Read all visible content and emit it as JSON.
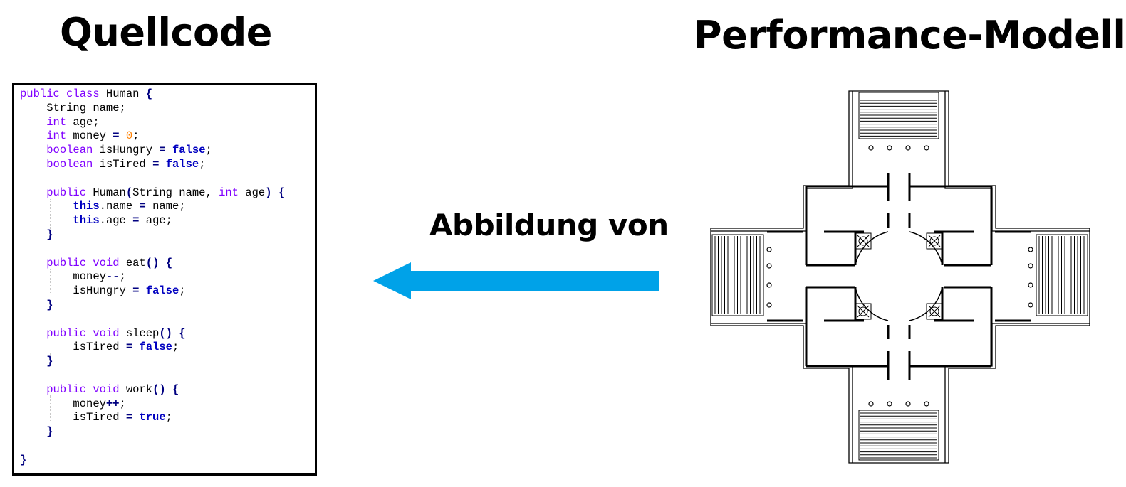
{
  "headings": {
    "source_code": "Quellcode",
    "performance_model": "Performance-Modell",
    "mapping": "Abbildung von"
  },
  "colors": {
    "arrow": "#00a2e8",
    "keyword": "#8000ff",
    "bold_keyword": "#0000c0",
    "operator": "#000080",
    "number": "#ff8000"
  },
  "arrow_direction": "left",
  "code_lines": [
    [
      {
        "t": "public class",
        "c": "kw"
      },
      {
        "t": " Human "
      },
      {
        "t": "{",
        "c": "op"
      }
    ],
    [
      {
        "t": "    String name;"
      }
    ],
    [
      {
        "t": "    "
      },
      {
        "t": "int",
        "c": "kw"
      },
      {
        "t": " age;"
      }
    ],
    [
      {
        "t": "    "
      },
      {
        "t": "int",
        "c": "kw"
      },
      {
        "t": " money "
      },
      {
        "t": "=",
        "c": "op"
      },
      {
        "t": " "
      },
      {
        "t": "0",
        "c": "num"
      },
      {
        "t": ";"
      }
    ],
    [
      {
        "t": "    "
      },
      {
        "t": "boolean",
        "c": "kw"
      },
      {
        "t": " isHungry "
      },
      {
        "t": "=",
        "c": "op"
      },
      {
        "t": " "
      },
      {
        "t": "false",
        "c": "bk"
      },
      {
        "t": ";"
      }
    ],
    [
      {
        "t": "    "
      },
      {
        "t": "boolean",
        "c": "kw"
      },
      {
        "t": " isTired "
      },
      {
        "t": "=",
        "c": "op"
      },
      {
        "t": " "
      },
      {
        "t": "false",
        "c": "bk"
      },
      {
        "t": ";"
      }
    ],
    [
      {
        "t": ""
      }
    ],
    [
      {
        "t": "    "
      },
      {
        "t": "public",
        "c": "kw"
      },
      {
        "t": " Human"
      },
      {
        "t": "(",
        "c": "op"
      },
      {
        "t": "String name, "
      },
      {
        "t": "int",
        "c": "kw"
      },
      {
        "t": " age"
      },
      {
        "t": ")",
        "c": "op"
      },
      {
        "t": " "
      },
      {
        "t": "{",
        "c": "op"
      }
    ],
    [
      {
        "t": "        "
      },
      {
        "t": "this",
        "c": "bk"
      },
      {
        "t": ".name "
      },
      {
        "t": "=",
        "c": "op"
      },
      {
        "t": " name;"
      }
    ],
    [
      {
        "t": "        "
      },
      {
        "t": "this",
        "c": "bk"
      },
      {
        "t": ".age "
      },
      {
        "t": "=",
        "c": "op"
      },
      {
        "t": " age;"
      }
    ],
    [
      {
        "t": "    "
      },
      {
        "t": "}",
        "c": "op"
      }
    ],
    [
      {
        "t": ""
      }
    ],
    [
      {
        "t": "    "
      },
      {
        "t": "public void",
        "c": "kw"
      },
      {
        "t": " eat"
      },
      {
        "t": "()",
        "c": "op"
      },
      {
        "t": " "
      },
      {
        "t": "{",
        "c": "op"
      }
    ],
    [
      {
        "t": "        money"
      },
      {
        "t": "--",
        "c": "op"
      },
      {
        "t": ";"
      }
    ],
    [
      {
        "t": "        isHungry "
      },
      {
        "t": "=",
        "c": "op"
      },
      {
        "t": " "
      },
      {
        "t": "false",
        "c": "bk"
      },
      {
        "t": ";"
      }
    ],
    [
      {
        "t": "    "
      },
      {
        "t": "}",
        "c": "op"
      }
    ],
    [
      {
        "t": ""
      }
    ],
    [
      {
        "t": "    "
      },
      {
        "t": "public void",
        "c": "kw"
      },
      {
        "t": " sleep"
      },
      {
        "t": "()",
        "c": "op"
      },
      {
        "t": " "
      },
      {
        "t": "{",
        "c": "op"
      }
    ],
    [
      {
        "t": "        isTired "
      },
      {
        "t": "=",
        "c": "op"
      },
      {
        "t": " "
      },
      {
        "t": "false",
        "c": "bk"
      },
      {
        "t": ";"
      }
    ],
    [
      {
        "t": "    "
      },
      {
        "t": "}",
        "c": "op"
      }
    ],
    [
      {
        "t": ""
      }
    ],
    [
      {
        "t": "    "
      },
      {
        "t": "public void",
        "c": "kw"
      },
      {
        "t": " work"
      },
      {
        "t": "()",
        "c": "op"
      },
      {
        "t": " "
      },
      {
        "t": "{",
        "c": "op"
      }
    ],
    [
      {
        "t": "        money"
      },
      {
        "t": "++",
        "c": "op"
      },
      {
        "t": ";"
      }
    ],
    [
      {
        "t": "        isTired "
      },
      {
        "t": "=",
        "c": "op"
      },
      {
        "t": " "
      },
      {
        "t": "true",
        "c": "bk"
      },
      {
        "t": ";"
      }
    ],
    [
      {
        "t": "    "
      },
      {
        "t": "}",
        "c": "op"
      }
    ],
    [
      {
        "t": ""
      }
    ],
    [
      {
        "t": "}",
        "c": "op"
      }
    ]
  ]
}
